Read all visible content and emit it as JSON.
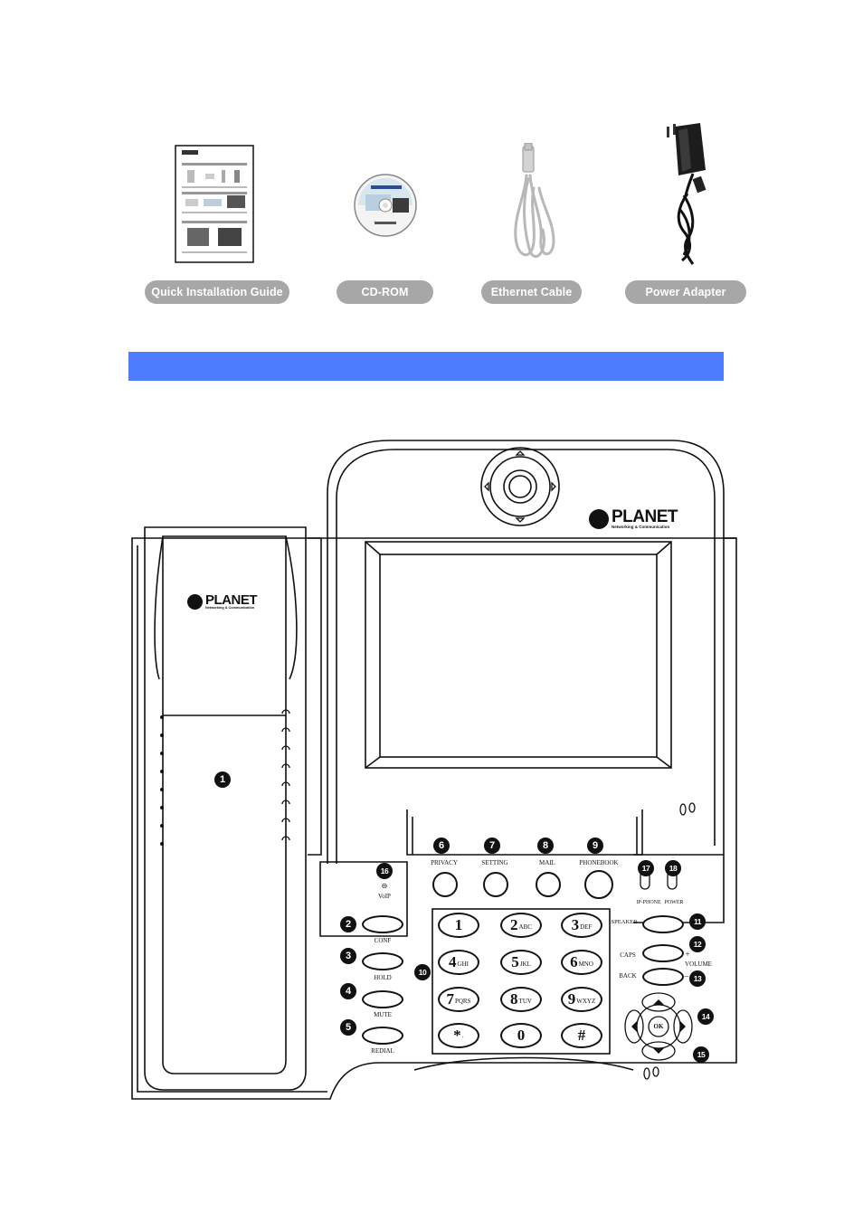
{
  "accessories": [
    {
      "label": "Quick Installation Guide",
      "icon": "guide-booklet-icon"
    },
    {
      "label": "CD-ROM",
      "icon": "cd-rom-icon"
    },
    {
      "label": "Ethernet Cable",
      "icon": "ethernet-cable-icon"
    },
    {
      "label": "Power Adapter",
      "icon": "power-adapter-icon"
    }
  ],
  "colors": {
    "accent_bar": "#4d7cff",
    "pill": "#a7a7a7"
  },
  "brand": {
    "name": "PLANET",
    "tagline": "Networking & Communication"
  },
  "phone": {
    "callouts": {
      "handset": "1",
      "conf": "2",
      "hold": "3",
      "mute": "4",
      "redial": "5",
      "privacy": "6",
      "setting": "7",
      "mail": "8",
      "phonebook": "9",
      "keypad": "10",
      "speaker": "11",
      "volume_up": "12",
      "volume_down": "13",
      "nav": "14",
      "ok": "15",
      "voip": "16",
      "ip_phone": "17",
      "power": "18"
    },
    "labels": {
      "privacy": "PRIVACY",
      "setting": "SETTING",
      "mail": "MAIL",
      "phonebook": "PHONEBOOK",
      "voip": "VoIP",
      "ip_phone": "IP-PHONE",
      "power": "POWER",
      "conf": "CONF",
      "hold": "HOLD",
      "mute": "MUTE",
      "redial": "REDIAL",
      "speaker": "SPEAKER",
      "caps": "CAPS",
      "volume": "VOLUME",
      "back": "BACK",
      "ok": "OK",
      "plus": "+",
      "minus": "–"
    },
    "keypad": [
      {
        "digit": "1",
        "letters": ""
      },
      {
        "digit": "2",
        "letters": "ABC"
      },
      {
        "digit": "3",
        "letters": "DEF"
      },
      {
        "digit": "4",
        "letters": "GHI"
      },
      {
        "digit": "5",
        "letters": "JKL"
      },
      {
        "digit": "6",
        "letters": "MNO"
      },
      {
        "digit": "7",
        "letters": "PQRS"
      },
      {
        "digit": "8",
        "letters": "TUV"
      },
      {
        "digit": "9",
        "letters": "WXYZ"
      },
      {
        "digit": "*",
        "letters": "·"
      },
      {
        "digit": "0",
        "letters": ""
      },
      {
        "digit": "#",
        "letters": ""
      }
    ]
  }
}
